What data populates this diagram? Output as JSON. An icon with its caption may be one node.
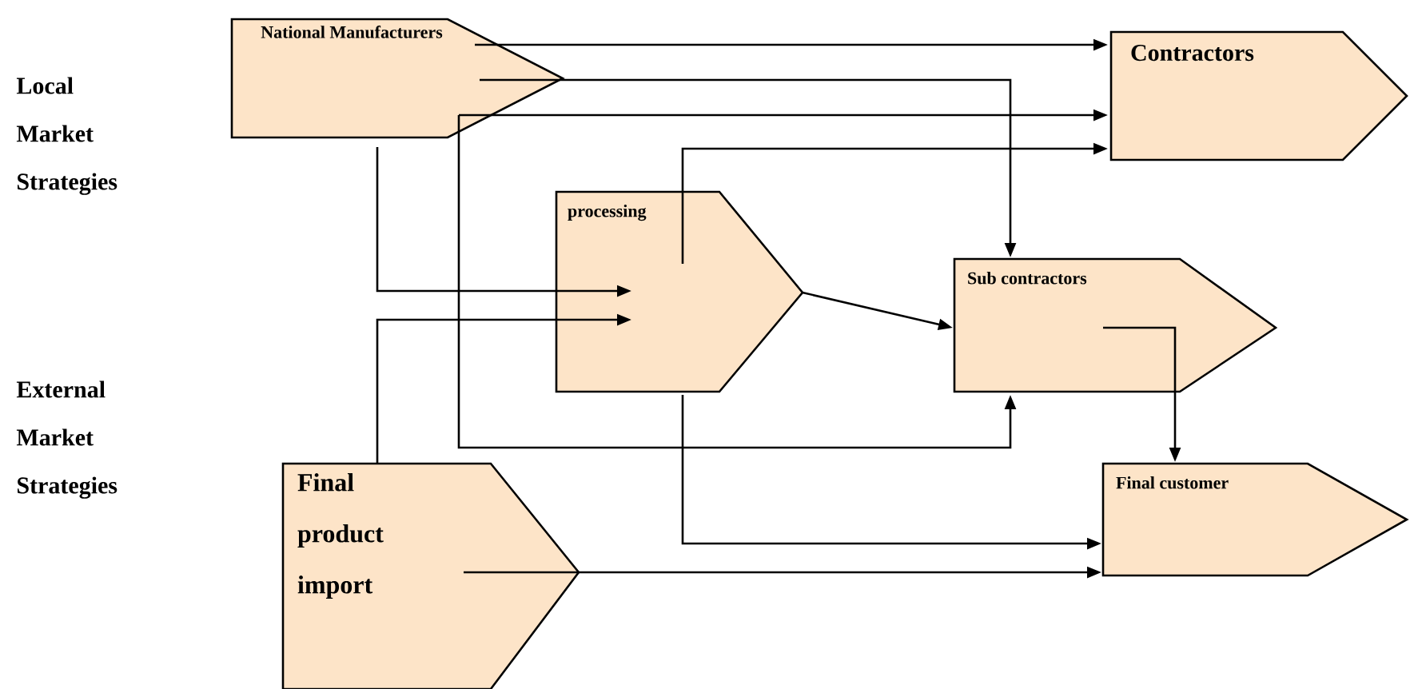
{
  "diagram": {
    "nodes": [
      {
        "text": [
          "National Manufacturers"
        ]
      },
      {
        "text": [
          "Contractors"
        ]
      },
      {
        "text": [
          "processing"
        ]
      },
      {
        "text": [
          "Sub contractors"
        ]
      },
      {
        "text": [
          "Final product import"
        ]
      },
      {
        "text": [
          "Final customer"
        ]
      }
    ],
    "edges": [
      {
        "from": 0,
        "to": 1,
        "arrow": "to"
      },
      {
        "from": 0,
        "to": 3,
        "arrow": "to"
      },
      {
        "from": 0,
        "to": 1,
        "arrow": "to"
      },
      {
        "from": 0,
        "to": 3,
        "arrow": "to"
      },
      {
        "from": 2,
        "to": 1,
        "arrow": "to"
      },
      {
        "from": 0,
        "to": 2,
        "arrow": "to"
      },
      {
        "from": 4,
        "to": 2,
        "arrow": "to"
      },
      {
        "from": 2,
        "to": 3,
        "arrow": "to"
      },
      {
        "from": 2,
        "to": 5,
        "arrow": "to"
      },
      {
        "from": 4,
        "to": 5,
        "arrow": "to"
      },
      {
        "from": 3,
        "to": 5,
        "arrow": "to"
      }
    ],
    "labels": [
      "Local Market Strategies",
      "External Market Strategies"
    ]
  }
}
